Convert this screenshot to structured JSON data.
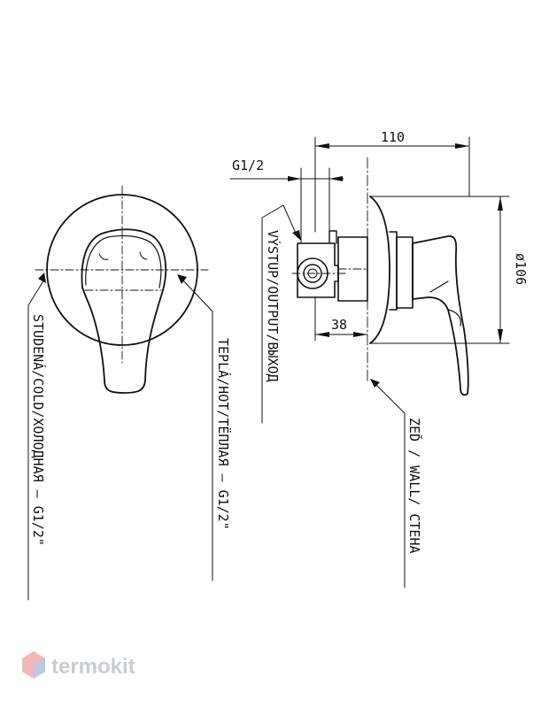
{
  "dimensions": {
    "width_total": "110",
    "thread_size": "G1/2",
    "diameter": "ø106",
    "depth": "38"
  },
  "labels": {
    "cold": "STUDENÁ/COLD/ХОЛОДНАЯ – G1/2\"",
    "hot": "TEPLÁ/HOT/ТЁПЛАЯ – G1/2\"",
    "output": "VÝSTUP/OUTPUT/ВЫХОД",
    "wall": "ZEĎ / WALL/ СТЕНА"
  },
  "watermark": {
    "brand": "termokit"
  },
  "colors": {
    "line": "#111111",
    "watermark_text": "#c9ccd2",
    "watermark_red": "#f2b7b7",
    "watermark_blue": "#b9c9e6"
  }
}
